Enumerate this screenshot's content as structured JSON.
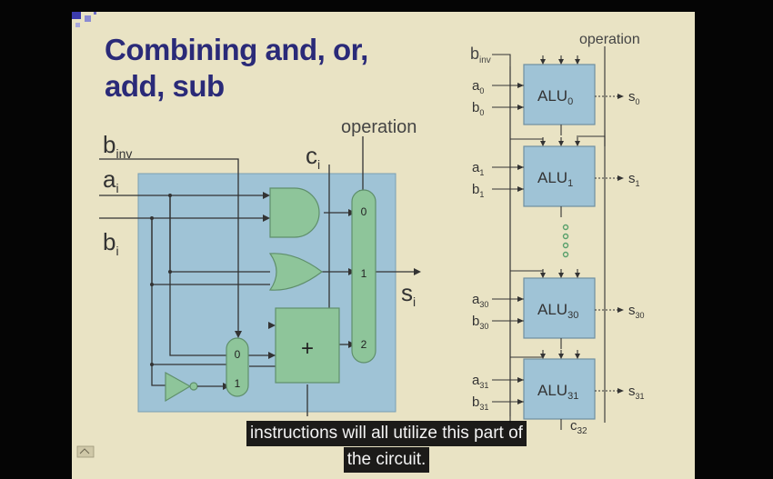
{
  "slide": {
    "title": "Combining and, or,\nadd, sub",
    "bit_slice": {
      "input_binv": "binv",
      "input_a": "ai",
      "input_b": "bi",
      "input_c": "ci",
      "operation_label": "operation",
      "mux_inputs": [
        "0",
        "1",
        "2"
      ],
      "binv_mux_inputs": [
        "0",
        "1"
      ],
      "adder_symbol": "+",
      "output": "si"
    },
    "ripple_alu": {
      "binv_label": "binv",
      "operation_label": "operation",
      "stages": [
        {
          "alu": "ALU0",
          "a": "a0",
          "b": "b0",
          "s": "s0"
        },
        {
          "alu": "ALU1",
          "a": "a1",
          "b": "b1",
          "s": "s1"
        },
        {
          "alu": "ALU30",
          "a": "a30",
          "b": "b30",
          "s": "s30"
        },
        {
          "alu": "ALU31",
          "a": "a31",
          "b": "b31",
          "s": "s31"
        }
      ],
      "carry_out": "c32"
    }
  },
  "subtitles": {
    "line1": "instructions will all utilize this part of",
    "line2": "the circuit."
  },
  "colors": {
    "slide_bg": "#e9e3c4",
    "title": "#2a2a78",
    "alu_box": "#9fc3d6",
    "gate_green": "#8ec59a"
  }
}
